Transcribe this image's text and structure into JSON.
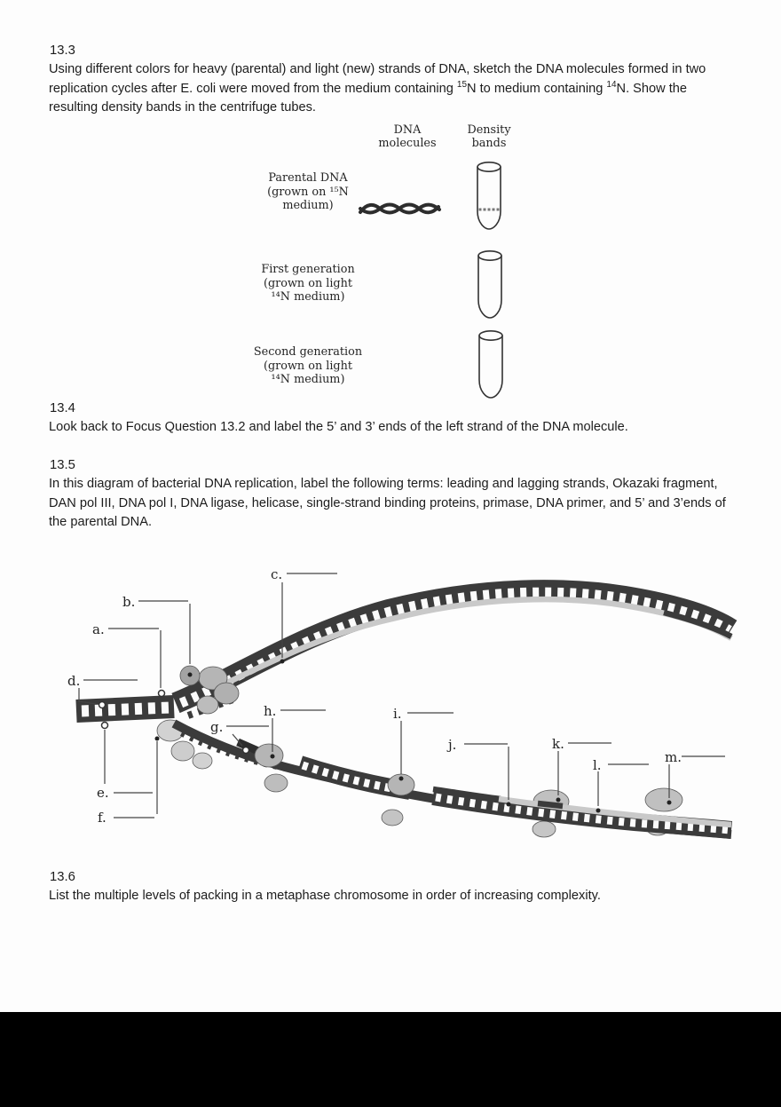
{
  "page": {
    "background": "#fdfdfd",
    "footer_bar_color": "#000000"
  },
  "sections": {
    "s13_3": {
      "number": "13.3",
      "text_part1": "Using different colors for heavy (parental) and light (new) strands of DNA, sketch the DNA molecules formed in two replication cycles after E. coli were moved from the medium containing ",
      "sup1": "15",
      "text_part2": "N to medium containing ",
      "sup2": "14",
      "text_part3": "N. Show the resulting density bands in the centrifuge tubes."
    },
    "s13_4": {
      "number": "13.4",
      "text": "Look back to Focus Question 13.2 and label the 5’ and 3’ ends of the left strand of the DNA molecule."
    },
    "s13_5": {
      "number": "13.5",
      "text": "In this diagram of bacterial DNA replication, label the following terms: leading and lagging strands, Okazaki fragment, DAN pol III, DNA pol I, DNA ligase, helicase, single-strand binding proteins, primase, DNA primer, and 5’ and 3’ends of the parental DNA."
    },
    "s13_6": {
      "number": "13.6",
      "text": "List the multiple levels of packing in a metaphase chromosome in order of increasing complexity."
    }
  },
  "meselson": {
    "col_headers": {
      "dna": "DNA molecules",
      "density": "Density bands"
    },
    "rows": [
      {
        "label_line1": "Parental DNA",
        "label_line2": "(grown on ¹⁵N",
        "label_line3": "medium)",
        "has_band": true,
        "has_helix": true
      },
      {
        "label_line1": "First generation",
        "label_line2": "(grown on light",
        "label_line3": "¹⁴N medium)",
        "has_band": false,
        "has_helix": false
      },
      {
        "label_line1": "Second generation",
        "label_line2": "(grown on light",
        "label_line3": "¹⁴N medium)",
        "has_band": false,
        "has_helix": false
      }
    ]
  },
  "fork": {
    "labels": [
      "a.",
      "b.",
      "c.",
      "d.",
      "e.",
      "f.",
      "g.",
      "h.",
      "i.",
      "j.",
      "k.",
      "l.",
      "m."
    ]
  }
}
